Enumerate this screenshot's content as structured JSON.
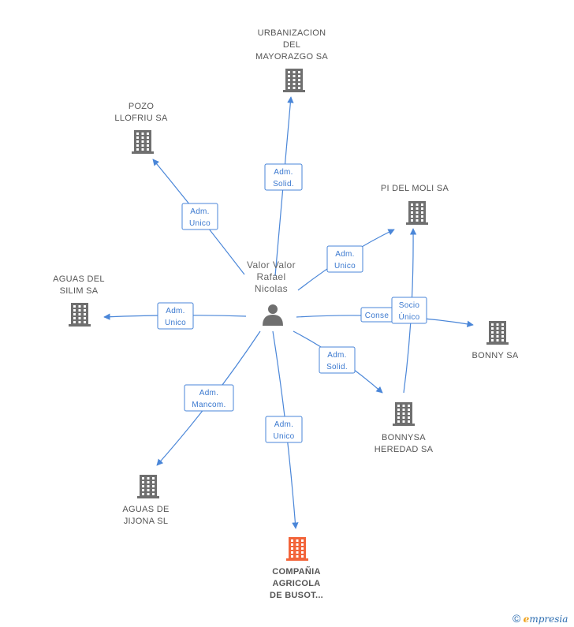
{
  "person": {
    "lines": [
      "Valor Valor",
      "Rafael",
      "Nicolas"
    ],
    "icon": "person-icon"
  },
  "companies": [
    {
      "id": "urbanizacion",
      "lines": [
        "URBANIZACION",
        "DEL",
        "MAYORAZGO SA"
      ],
      "icon": "building-icon",
      "highlight": false
    },
    {
      "id": "pozo",
      "lines": [
        "POZO",
        "LLOFRIU SA"
      ],
      "icon": "building-icon",
      "highlight": false
    },
    {
      "id": "pidelmoli",
      "lines": [
        "PI DEL MOLI SA"
      ],
      "icon": "building-icon",
      "highlight": false
    },
    {
      "id": "aguasdelsilim",
      "lines": [
        "AGUAS DEL",
        "SILIM SA"
      ],
      "icon": "building-icon",
      "highlight": false
    },
    {
      "id": "bonny",
      "lines": [
        "BONNY SA"
      ],
      "icon": "building-icon",
      "highlight": false
    },
    {
      "id": "bonnysa",
      "lines": [
        "BONNYSA",
        "HEREDAD SA"
      ],
      "icon": "building-icon",
      "highlight": false
    },
    {
      "id": "aguasdejijona",
      "lines": [
        "AGUAS DE",
        "JIJONA SL"
      ],
      "icon": "building-icon",
      "highlight": false
    },
    {
      "id": "compania",
      "lines": [
        "COMPAÑIA",
        "AGRICOLA",
        "DE BUSOT..."
      ],
      "icon": "building-icon",
      "highlight": true
    }
  ],
  "relations": [
    {
      "id": "r-urbanizacion",
      "lines": [
        "Adm.",
        "Solid."
      ]
    },
    {
      "id": "r-pozo",
      "lines": [
        "Adm.",
        "Unico"
      ]
    },
    {
      "id": "r-pidelmoli",
      "lines": [
        "Adm.",
        "Unico"
      ]
    },
    {
      "id": "r-aguasdelsilim",
      "lines": [
        "Adm.",
        "Unico"
      ]
    },
    {
      "id": "r-bonny-conse",
      "lines": [
        "Conse"
      ]
    },
    {
      "id": "r-bonny-socio",
      "lines": [
        "Socio",
        "Único"
      ]
    },
    {
      "id": "r-bonnysa",
      "lines": [
        "Adm.",
        "Solid."
      ]
    },
    {
      "id": "r-aguasdejijona",
      "lines": [
        "Adm.",
        "Mancom."
      ]
    },
    {
      "id": "r-compania",
      "lines": [
        "Adm.",
        "Unico"
      ]
    }
  ],
  "colors": {
    "edge": "#4a86d8",
    "building": "#6f6f6f",
    "building_highlight": "#f2643a",
    "person": "#6f6f6f"
  },
  "footer": {
    "copyright_symbol": "©",
    "brand_initial": "e",
    "brand_rest": "mpresia"
  }
}
